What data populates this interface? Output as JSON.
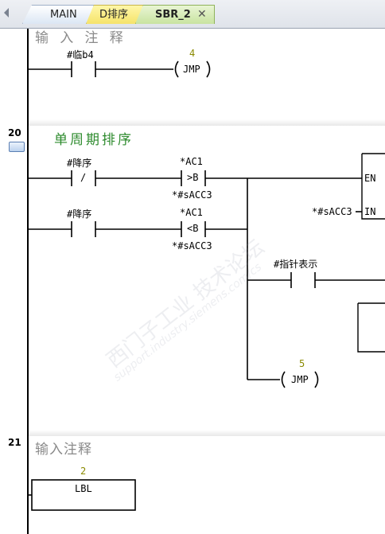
{
  "tabs": [
    {
      "label": "MAIN"
    },
    {
      "label": "D排序"
    },
    {
      "label": "SBR_2"
    }
  ],
  "tab_close": "✕",
  "network_top": {
    "comment": "输 入 注 释",
    "contact_label": "#临b4",
    "jmp_number": "4",
    "jmp_label": "JMP"
  },
  "network_20": {
    "number": "20",
    "title": "单周期排序",
    "row1_contact_label": "#降序",
    "row1_contact_symbol": "/",
    "row1_compare_top": "*AC1",
    "row1_compare_op": ">B",
    "row1_compare_bottom": "*#sACC3",
    "row2_contact_label": "#降序",
    "row2_compare_top": "*AC1",
    "row2_compare_op": "<B",
    "row2_compare_bottom": "*#sACC3",
    "box_en": "EN",
    "box_in": "IN",
    "box_in_operand": "*#sACC3",
    "pointer_contact_label": "#指针表示",
    "jmp_number": "5",
    "jmp_label": "JMP"
  },
  "network_21": {
    "number": "21",
    "comment": "输入注释",
    "lbl_number": "2",
    "lbl_label": "LBL"
  },
  "watermark": {
    "line1": "西门子工业 技术论坛",
    "line2": "support.industry.siemens.com/cs"
  }
}
